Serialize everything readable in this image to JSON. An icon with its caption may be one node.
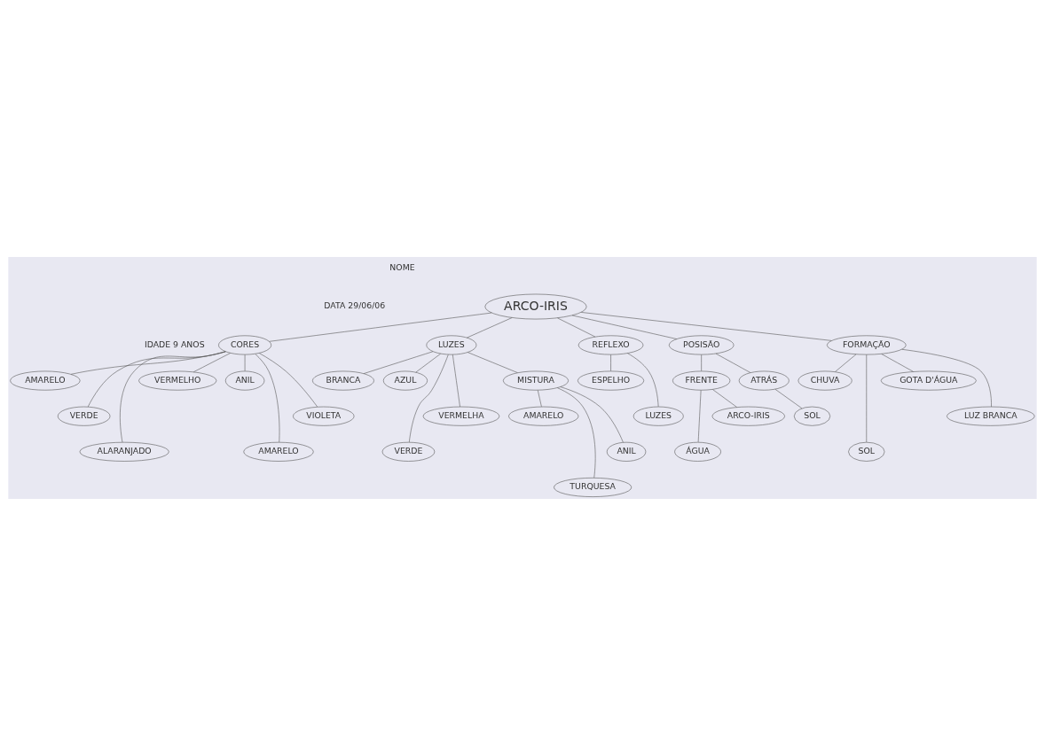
{
  "diagram": {
    "nodes": [
      {
        "text": [
          "ARCO-IRIS"
        ]
      },
      {
        "text": [
          "CORES"
        ]
      },
      {
        "text": [
          "AMARELO"
        ]
      },
      {
        "text": [
          "LUZES"
        ]
      },
      {
        "text": [
          "VERDE"
        ]
      },
      {
        "text": [
          "ALARANJADO"
        ]
      },
      {
        "text": [
          "BRANCA"
        ]
      },
      {
        "text": [
          "AZUL"
        ]
      },
      {
        "text": [
          "VERMELHO"
        ]
      },
      {
        "text": [
          "ANIL"
        ]
      },
      {
        "text": [
          "VERDE"
        ]
      },
      {
        "text": [
          "REFLEXO"
        ]
      },
      {
        "text": [
          "AMARELO"
        ]
      },
      {
        "text": [
          "VIOLETA"
        ]
      },
      {
        "text": [
          "VERMELHA"
        ]
      },
      {
        "text": [
          "ESPELHO"
        ]
      },
      {
        "text": [
          "MISTURA"
        ]
      },
      {
        "text": [
          "POSISÃO"
        ]
      },
      {
        "text": [
          "FORMAÇÃO"
        ]
      },
      {
        "text": [
          "LUZES"
        ]
      },
      {
        "text": [
          "AMARELO"
        ]
      },
      {
        "text": [
          "TURQUESA"
        ]
      },
      {
        "text": [
          "FRENTE"
        ]
      },
      {
        "text": [
          "ANIL"
        ]
      },
      {
        "text": [
          "CHUVA"
        ]
      },
      {
        "text": [
          "ATRÁS"
        ]
      },
      {
        "text": [
          "ÁGUA"
        ]
      },
      {
        "text": [
          "SOL"
        ]
      },
      {
        "text": [
          "SOL"
        ]
      },
      {
        "text": [
          "GOTA D'ÁGUA"
        ]
      },
      {
        "text": [
          "ARCO-IRIS"
        ]
      },
      {
        "text": [
          "LUZ BRANCA"
        ]
      }
    ],
    "edges": [
      {
        "from": 0,
        "to": 17,
        "arrow": "none"
      },
      {
        "from": 0,
        "to": 1,
        "arrow": "none"
      },
      {
        "from": 0,
        "to": 18,
        "arrow": "none"
      },
      {
        "from": 0,
        "to": 3,
        "arrow": "none"
      },
      {
        "from": 0,
        "to": 11,
        "arrow": "none"
      },
      {
        "from": 1,
        "to": 8,
        "arrow": "none"
      },
      {
        "from": 1,
        "to": 4,
        "arrow": "none"
      },
      {
        "from": 1,
        "to": 12,
        "arrow": "none"
      },
      {
        "from": 1,
        "to": 9,
        "arrow": "none"
      },
      {
        "from": 1,
        "to": 13,
        "arrow": "none"
      },
      {
        "from": 1,
        "to": 5,
        "arrow": "none"
      },
      {
        "from": 1,
        "to": 2,
        "arrow": "none"
      },
      {
        "from": 3,
        "to": 6,
        "arrow": "none"
      },
      {
        "from": 3,
        "to": 14,
        "arrow": "none"
      },
      {
        "from": 3,
        "to": 10,
        "arrow": "none"
      },
      {
        "from": 3,
        "to": 16,
        "arrow": "none"
      },
      {
        "from": 3,
        "to": 7,
        "arrow": "none"
      },
      {
        "from": 11,
        "to": 15,
        "arrow": "none"
      },
      {
        "from": 11,
        "to": 19,
        "arrow": "none"
      },
      {
        "from": 16,
        "to": 20,
        "arrow": "none"
      },
      {
        "from": 16,
        "to": 23,
        "arrow": "none"
      },
      {
        "from": 16,
        "to": 21,
        "arrow": "none"
      },
      {
        "from": 17,
        "to": 25,
        "arrow": "none"
      },
      {
        "from": 17,
        "to": 22,
        "arrow": "none"
      },
      {
        "from": 25,
        "to": 28,
        "arrow": "none"
      },
      {
        "from": 22,
        "to": 30,
        "arrow": "none"
      },
      {
        "from": 22,
        "to": 26,
        "arrow": "none"
      },
      {
        "from": 18,
        "to": 24,
        "arrow": "none"
      },
      {
        "from": 18,
        "to": 31,
        "arrow": "none"
      },
      {
        "from": 18,
        "to": 27,
        "arrow": "none"
      },
      {
        "from": 18,
        "to": 29,
        "arrow": "none"
      }
    ],
    "labels": [
      "NOME",
      "DATA 29/06/06",
      "IDADE 9 ANOS"
    ]
  }
}
